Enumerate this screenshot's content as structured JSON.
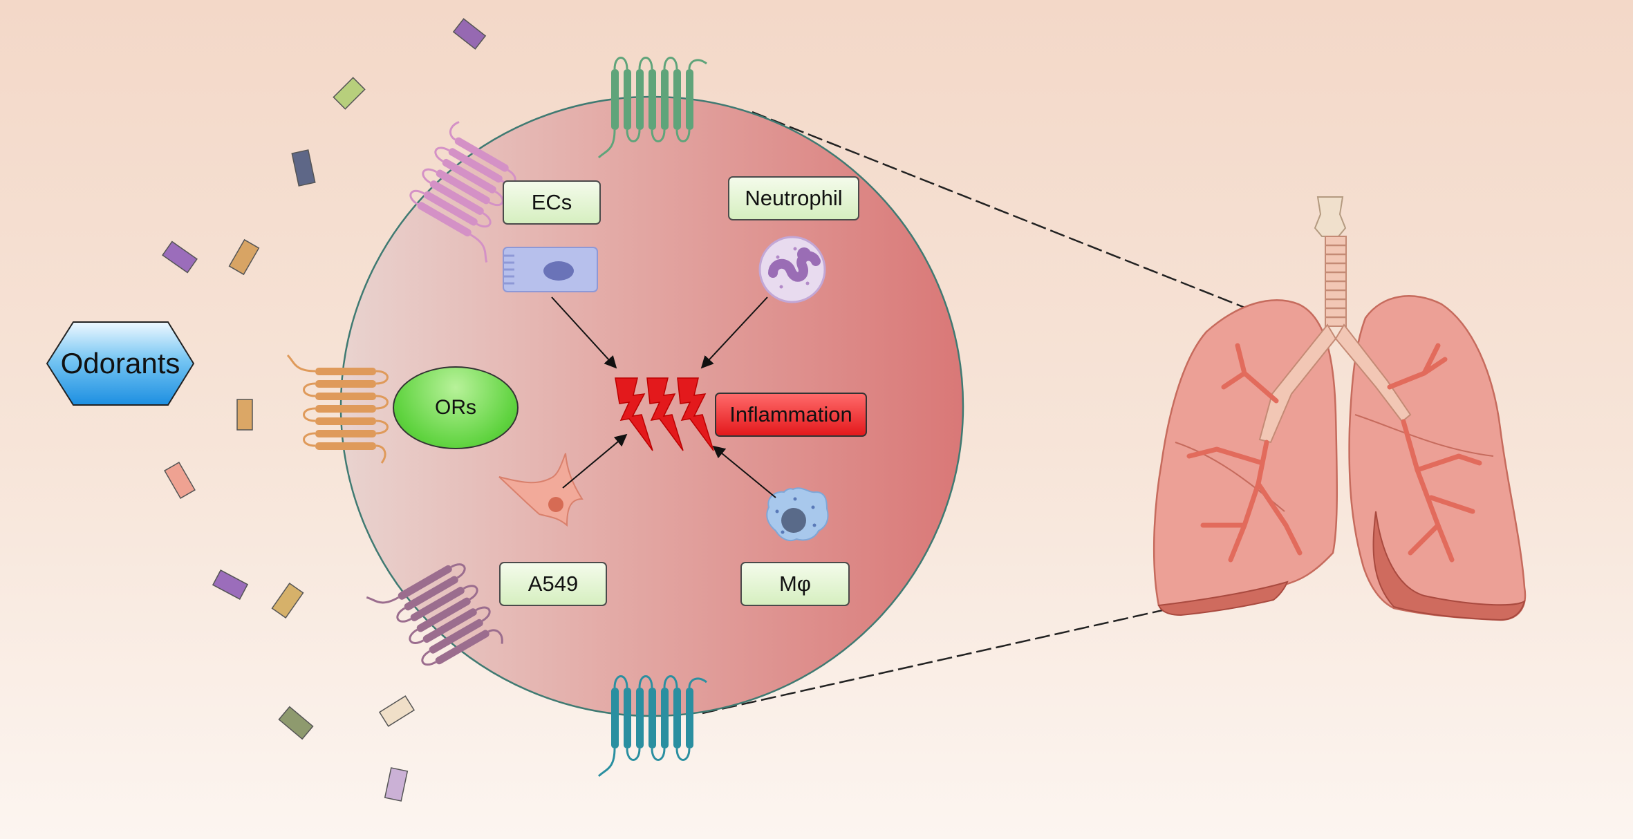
{
  "odorants_label": "Odorants",
  "ors_label": "ORs",
  "cell_labels": {
    "ecs": "ECs",
    "neutrophil": "Neutrophil",
    "a549": "A549",
    "macrophage": "Mφ"
  },
  "inflammation_label": "Inflammation",
  "colors": {
    "circle": "#db7d7b",
    "inflammation": "#e3191c",
    "label_box": "#e3f5d2",
    "ors": "#5fd33f",
    "odorants": "#2a9be8"
  }
}
